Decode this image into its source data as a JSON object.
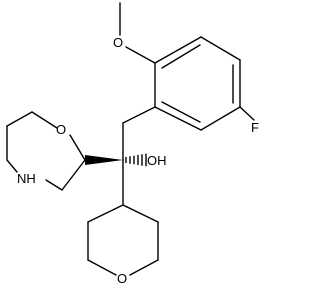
{
  "atoms": {
    "methoxy_o": "O",
    "fluorine": "F",
    "morpholine_o": "O",
    "morpholine_nh": "NH",
    "hydroxyl": "OH",
    "oxane_o": "O"
  }
}
